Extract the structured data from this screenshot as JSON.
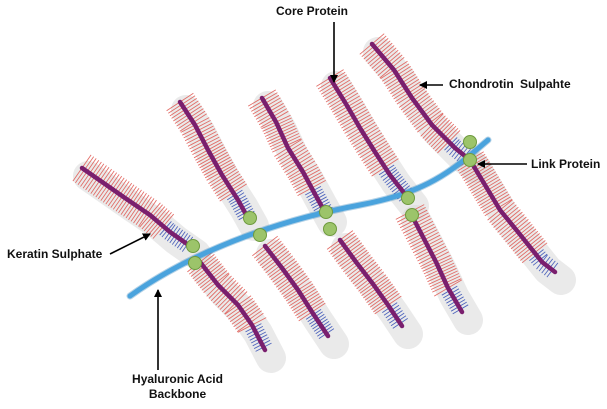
{
  "diagram": {
    "labels": {
      "core_protein": "Core Protein",
      "chondrotin_sulphate": "Chondrotin  Sulpahte",
      "link_protein": "Link Protein",
      "keratin_sulphate": "Keratin Sulphate",
      "hyaluronic_line1": "Hyaluronic  Acid",
      "hyaluronic_line2": "Backbone"
    },
    "colors": {
      "backbone": "#4aa3dd",
      "core_protein": "#7a1f6e",
      "chondroitin_bristles": "#e0605a",
      "keratan_bristles": "#3f57b8",
      "link_protein": "#9cc46a",
      "pointer": "#000000"
    }
  }
}
